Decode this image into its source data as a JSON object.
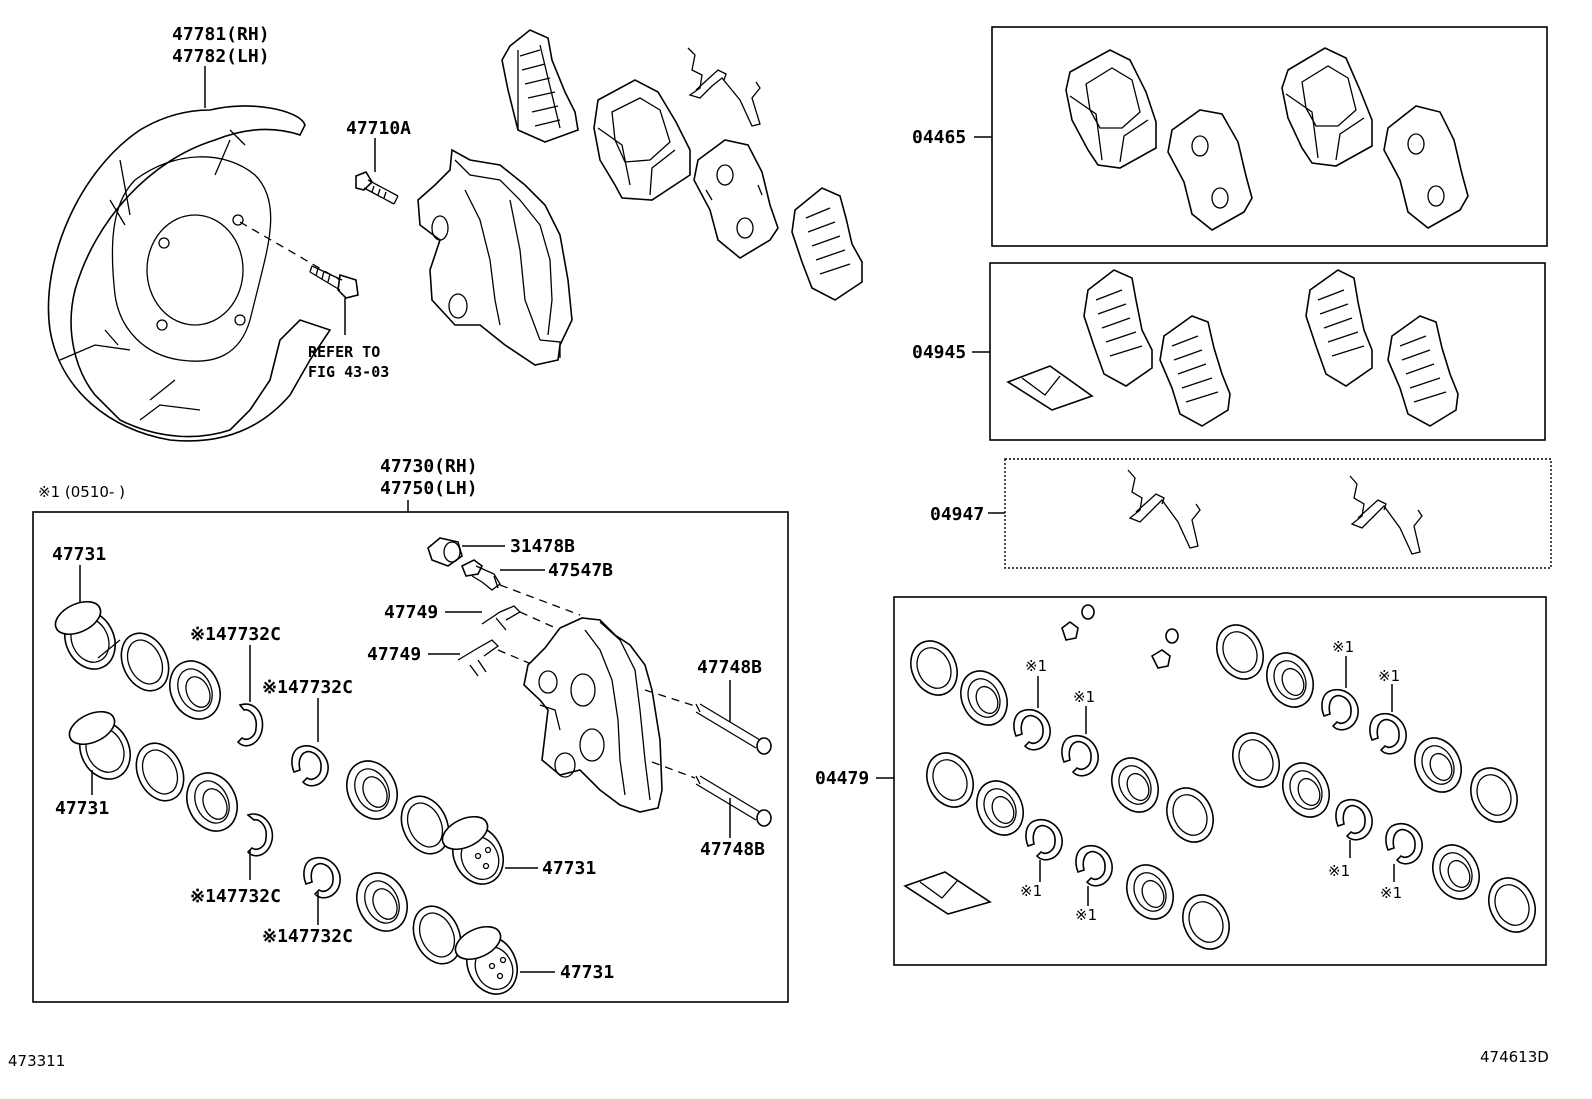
{
  "labels": {
    "shield_rh": "47781(RH)",
    "shield_lh": "47782(LH)",
    "bolt": "47710A",
    "refer_1": "REFER TO",
    "refer_2": "FIG 43-03",
    "caliper_rh": "47730(RH)",
    "caliper_lh": "47750(LH)",
    "note": "※1 (0510-    )",
    "piston_a": "47731",
    "piston_b": "47731",
    "piston_c": "47731",
    "piston_d": "47731",
    "seal_a": "※147732C",
    "seal_b": "※147732C",
    "seal_c": "※147732C",
    "seal_d": "※147732C",
    "cap": "31478B",
    "bleeder": "47547B",
    "clip_a": "47749",
    "clip_b": "47749",
    "pin_a": "47748B",
    "pin_b": "47748B",
    "kit_pads": "04465",
    "kit_shims": "04945",
    "kit_springs": "04947",
    "kit_seals": "04479",
    "mark": "※1",
    "fig_left": "473311",
    "fig_right": "474613D"
  },
  "colors": {
    "line": "#000000",
    "background": "#ffffff"
  }
}
